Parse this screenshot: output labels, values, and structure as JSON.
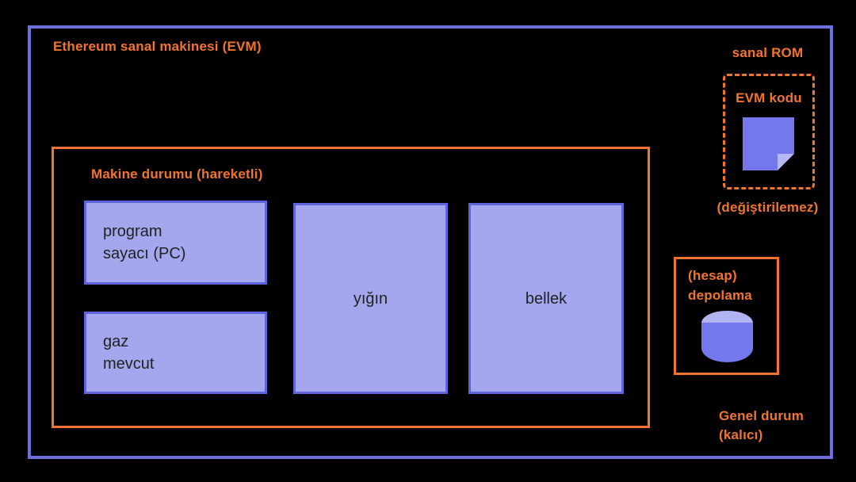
{
  "evm": {
    "title": "Ethereum sanal makinesi (EVM)"
  },
  "machine_state": {
    "title": "Makine durumu (hareketli)",
    "program_counter": "program\nsayacı (PC)",
    "gas_available": "gaz\nmevcut",
    "stack": "yığın",
    "memory": "bellek"
  },
  "virtual_rom": {
    "title": "sanal ROM",
    "code_label": "EVM kodu",
    "code_icon": "page-with-folded-corner-icon",
    "note": "(değiştirilemez)"
  },
  "account_storage": {
    "label": "(hesap)\ndepolama",
    "icon": "database-cylinder-icon"
  },
  "world_state": {
    "label": "Genel durum\n(kalıcı)"
  },
  "colors": {
    "background": "#000000",
    "evm_border_blue": "#6c70dd",
    "accent_orange": "#f1752e",
    "box_fill_purple": "#a5a7ee",
    "box_border_purple": "#5f63dc",
    "icon_purple": "#7478ec",
    "icon_light_purple": "#b7b9f4",
    "box_text": "#212121"
  }
}
